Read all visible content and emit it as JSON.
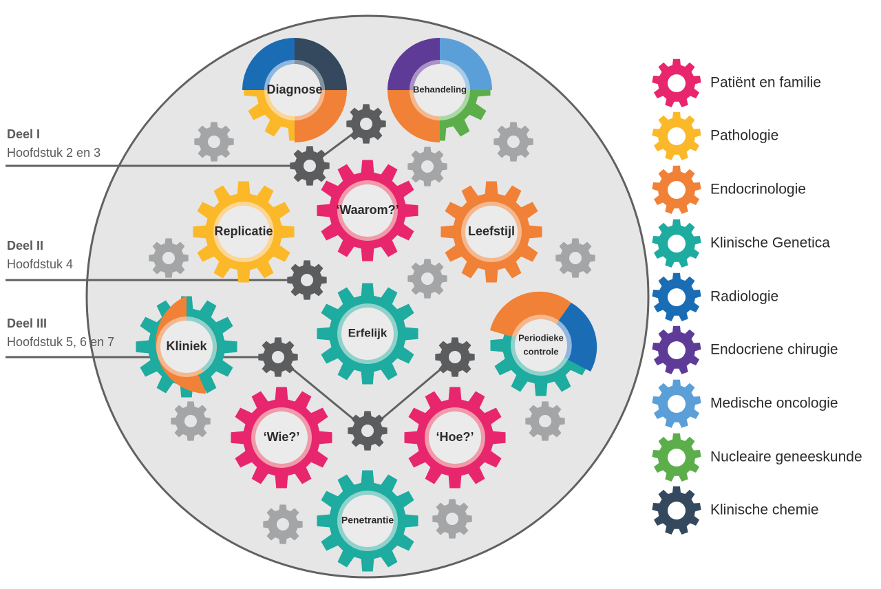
{
  "colors": {
    "patient": "#e8266d",
    "pathologie": "#fbb829",
    "endocrinologie": "#f08136",
    "genetica": "#1eaba0",
    "radiologie": "#1a6db5",
    "chirurgie": "#5f3b98",
    "oncologie": "#5b9fd9",
    "nucleair": "#5cae4b",
    "chemie": "#34495e",
    "small_gear": "#a3a5a7",
    "dark_gear": "#5b5c5e",
    "background_circle": "#e6e6e6"
  },
  "gears": {
    "diagnose": "Diagnose",
    "behandeling": "Behandeling",
    "waarom": "‘Waarom?’",
    "replicatie": "Replicatie",
    "leefstijl": "Leefstijl",
    "erfelijk": "Erfelijk",
    "kliniek": "Kliniek",
    "periodieke_1": "Periodieke",
    "periodieke_2": "controle",
    "wie": "‘Wie?’",
    "hoe": "‘Hoe?’",
    "penetrantie": "Penetrantie"
  },
  "sections": [
    {
      "title": "Deel I",
      "subtitle": "Hoofdstuk 2 en 3"
    },
    {
      "title": "Deel II",
      "subtitle": "Hoofdstuk 4"
    },
    {
      "title": "Deel III",
      "subtitle": "Hoofdstuk 5, 6 en 7"
    }
  ],
  "legend": [
    {
      "label": "Patiënt en familie",
      "icon": "gear-icon",
      "color": "#e8266d"
    },
    {
      "label": "Pathologie",
      "icon": "gear-icon",
      "color": "#fbb829"
    },
    {
      "label": "Endocrinologie",
      "icon": "gear-icon",
      "color": "#f08136"
    },
    {
      "label": "Klinische Genetica",
      "icon": "gear-icon",
      "color": "#1eaba0"
    },
    {
      "label": "Radiologie",
      "icon": "gear-icon",
      "color": "#1a6db5"
    },
    {
      "label": "Endocriene chirugie",
      "icon": "gear-icon",
      "color": "#5f3b98"
    },
    {
      "label": "Medische oncologie",
      "icon": "gear-icon",
      "color": "#5b9fd9"
    },
    {
      "label": "Nucleaire geneeskunde",
      "icon": "gear-icon",
      "color": "#5cae4b"
    },
    {
      "label": "Klinische chemie",
      "icon": "gear-icon",
      "color": "#34495e"
    }
  ]
}
